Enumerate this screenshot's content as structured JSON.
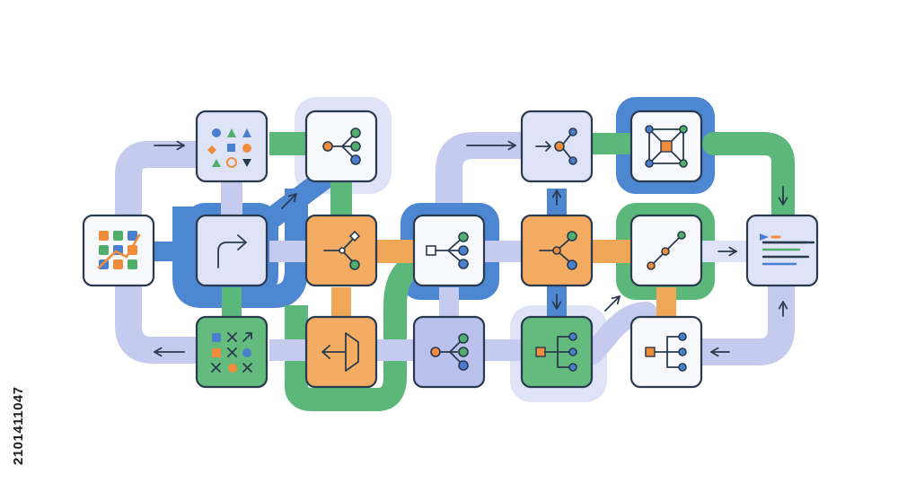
{
  "colors": {
    "lavender": "#c5cbef",
    "blue": "#4d86d1",
    "green": "#5cb87a",
    "orange": "#f0a858",
    "node_white": "#f7f9fd",
    "node_lavender": "#dfe3f8",
    "node_lavender_dark": "#b9c1ec",
    "node_orange": "#f4ab62",
    "node_green": "#63bb7e",
    "outline": "#2a3a4e",
    "accent_orange": "#f08c3a",
    "accent_blue": "#4a7fd0",
    "accent_green": "#4fae6a"
  },
  "nodes": [
    {
      "id": "n-data",
      "fill": "node_white",
      "icon": "data-grid-icon"
    },
    {
      "id": "n-shapes",
      "fill": "node_lavender",
      "icon": "shapes-palette-icon"
    },
    {
      "id": "n-redirect",
      "fill": "node_lavender",
      "icon": "turn-arrow-icon"
    },
    {
      "id": "n-symbols",
      "fill": "node_green",
      "icon": "symbol-grid-icon"
    },
    {
      "id": "n-branch-top",
      "fill": "node_white",
      "icon": "branch-icon"
    },
    {
      "id": "n-fork",
      "fill": "node_orange",
      "icon": "fork-icon"
    },
    {
      "id": "n-gate",
      "fill": "node_orange",
      "icon": "gate-icon"
    },
    {
      "id": "n-square-branch",
      "fill": "node_white",
      "icon": "square-branch-icon"
    },
    {
      "id": "n-branch-low",
      "fill": "node_lavender_dark",
      "icon": "branch-icon"
    },
    {
      "id": "n-arrow-branch",
      "fill": "node_lavender",
      "icon": "arrow-branch-icon"
    },
    {
      "id": "n-split",
      "fill": "node_orange",
      "icon": "split-icon"
    },
    {
      "id": "n-tree-green",
      "fill": "node_green",
      "icon": "tree-icon"
    },
    {
      "id": "n-network",
      "fill": "node_white",
      "icon": "network-icon"
    },
    {
      "id": "n-trend",
      "fill": "node_white",
      "icon": "trend-line-icon"
    },
    {
      "id": "n-tree-white",
      "fill": "node_white",
      "icon": "tree-icon"
    },
    {
      "id": "n-report",
      "fill": "node_lavender",
      "icon": "report-lines-icon"
    }
  ],
  "watermark": {
    "id_text": "2101411047"
  }
}
